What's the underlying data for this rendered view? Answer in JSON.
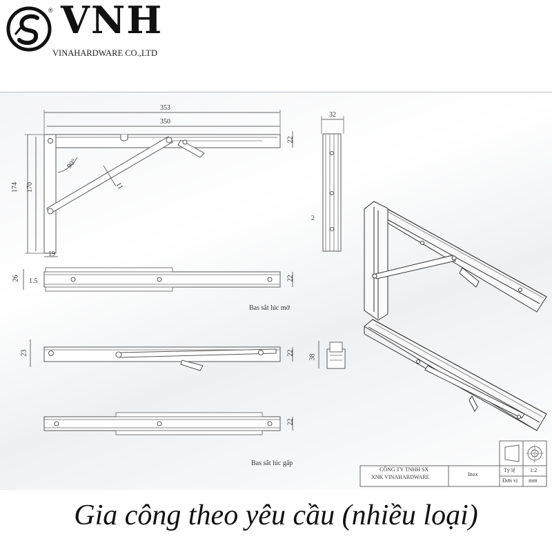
{
  "brand": {
    "name": "VNH",
    "company": "VINAHARDWARE CO.,LTD",
    "registered_mark": "®"
  },
  "labels": {
    "open_state": "Bas sắt lúc mở",
    "folded_state": "Bas sắt lúc gấp"
  },
  "dimensions": {
    "overall_length": "353",
    "arm_length": "350",
    "arm_height": "22",
    "height_outer": "174",
    "height_inner": "170",
    "base_width": "19",
    "angle": "90°",
    "brace_width": "11",
    "side_width": "32",
    "side_gap": "2",
    "plan_height": "26",
    "plan_offset": "1.5",
    "plan_depth": "22",
    "folded_height": "23",
    "folded_depth": "22",
    "end_height": "38",
    "bottom_depth": "22"
  },
  "title_block": {
    "company_line1": "CÔNG TY TNHH SX",
    "company_line2": "XNK VINAHARDWARE",
    "material": "Inox",
    "scale_label": "Tỷ lệ",
    "scale_value": "1:2",
    "unit_label": "Đơn vị",
    "unit_value": "mm"
  },
  "caption": "Gia công theo yêu cầu (nhiều loại)"
}
